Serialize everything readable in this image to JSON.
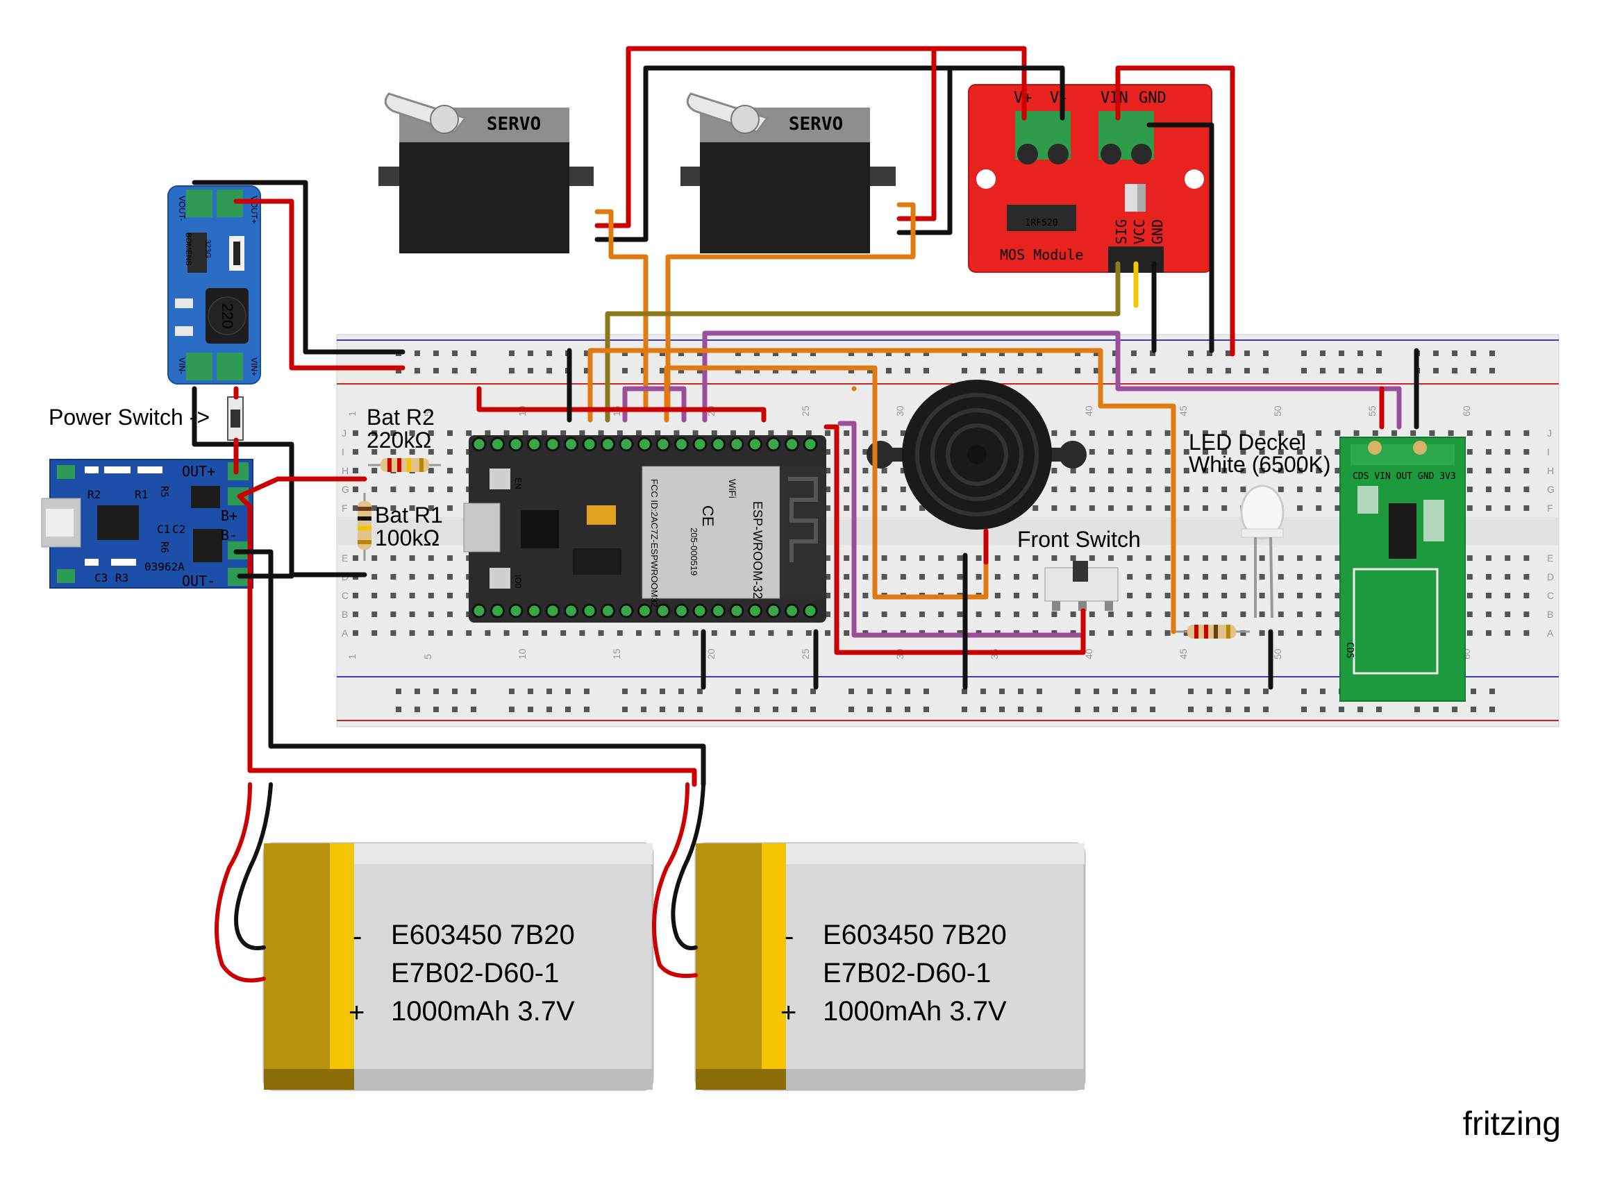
{
  "labels": {
    "power_switch": "Power Switch ->",
    "bat_r2_name": "Bat R2",
    "bat_r2_value": "220kΩ",
    "bat_r1_name": "Bat R1",
    "bat_r1_value": "100kΩ",
    "front_switch": "Front Switch",
    "led_line1": "LED Deckel",
    "led_line2": "White (6500K)",
    "watermark": "fritzing"
  },
  "servo": {
    "label": "SERVO"
  },
  "mos_module": {
    "title": "MOS Module",
    "chip": "IRF520",
    "pin_vplus": "V+",
    "pin_vminus": "V-",
    "pin_vin": "VIN",
    "pin_gnd": "GND",
    "pin_sig": "SIG",
    "pin_vcc": "VCC",
    "pin_gnd2": "GND"
  },
  "boost": {
    "vout_minus": "VOUT-",
    "vout_plus": "VOUT+",
    "vin_minus": "VIN-",
    "vin_plus": "VIN+",
    "inductor": "220",
    "brand": "BOMENS",
    "chip": "323G"
  },
  "charger": {
    "out_plus": "OUT+",
    "out_minus": "OUT-",
    "b_plus": "B+",
    "b_minus": "B-",
    "r2": "R2",
    "r1": "R1",
    "r5": "R5",
    "c1": "C1",
    "c2": "C2",
    "r6": "R6",
    "c3": "C3",
    "r3": "R3",
    "code": "03962A"
  },
  "esp32": {
    "module": "ESP-WROOM-32",
    "fcc": "FCC ID:2AC7Z-ESPWROOM32",
    "cert": "205-000519",
    "en": "EN",
    "boot": "IO0",
    "ce": "CE",
    "wifi": "WiFi"
  },
  "radar": {
    "pins": "CDS VIN OUT GND 3V3",
    "cds": "CDS"
  },
  "batteries": [
    {
      "line1": "E603450 7B20",
      "line2": "E7B02-D60-1",
      "line3": "1000mAh 3.7V",
      "minus": "-",
      "plus": "+"
    },
    {
      "line1": "E603450 7B20",
      "line2": "E7B02-D60-1",
      "line3": "1000mAh 3.7V",
      "minus": "-",
      "plus": "+"
    }
  ],
  "breadboard": {
    "col_numbers": [
      "1",
      "5",
      "10",
      "15",
      "20",
      "25",
      "30",
      "35",
      "40",
      "45",
      "50",
      "55",
      "60"
    ],
    "row_letters_top": [
      "J",
      "I",
      "H",
      "G",
      "F"
    ],
    "row_letters_bottom": [
      "E",
      "D",
      "C",
      "B",
      "A"
    ]
  },
  "colors": {
    "wire_red": "#cc0000",
    "wire_black": "#111111",
    "wire_orange": "#e07b12",
    "wire_purple": "#9b4f9b",
    "wire_olive": "#8a7a1a",
    "wire_yellow": "#f2c500",
    "breadboard": "#ececec",
    "mos_red": "#e8231f",
    "boost_blue": "#2b6cc4",
    "charger_blue": "#1d4fa8",
    "esp_black": "#2b2b2b",
    "radar_green": "#1e9a3e",
    "battery_body": "#d9d9d9",
    "battery_gold": "#b8920c"
  }
}
